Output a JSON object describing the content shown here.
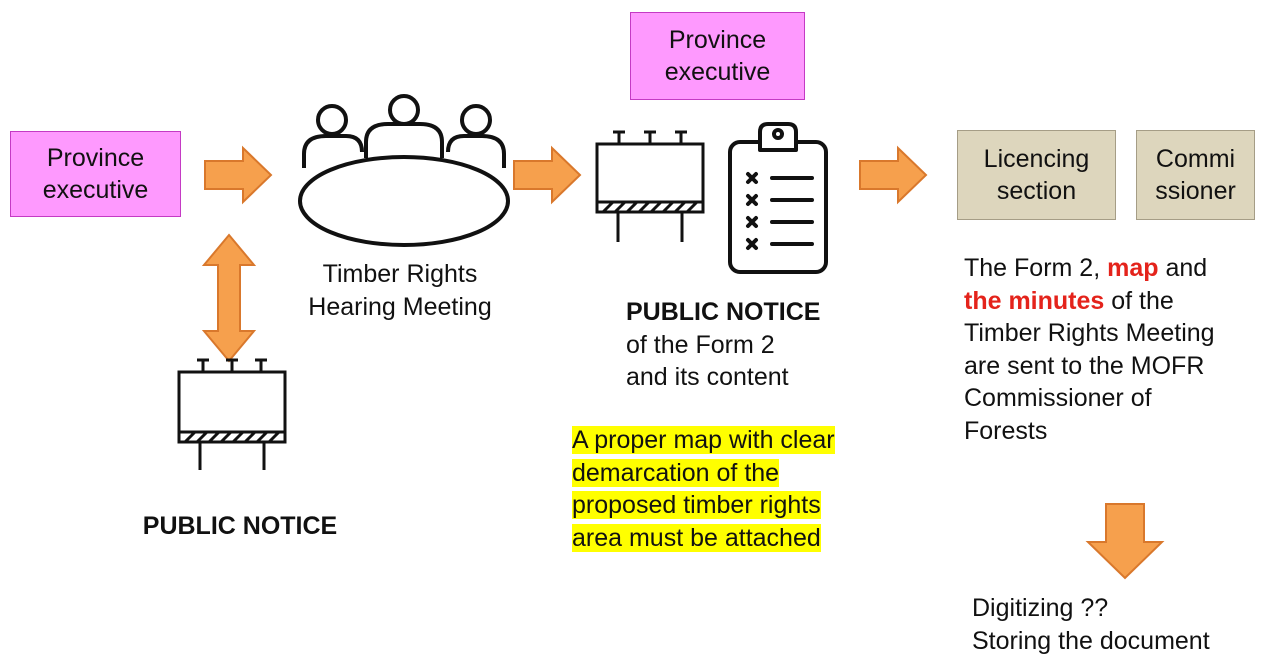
{
  "steps": {
    "province_exec_1": "Province executive",
    "hearing_caption_line1": "Timber Rights",
    "hearing_caption_line2": "Hearing Meeting",
    "public_notice_1": "PUBLIC NOTICE",
    "province_exec_2": "Province executive",
    "notice2_title": "PUBLIC NOTICE",
    "notice2_line1": "of the Form 2",
    "notice2_line2": "and its content",
    "map_note": [
      "A proper map with clear",
      "demarcation of the",
      "proposed timber rights",
      "area must be attached"
    ],
    "licencing_section": "Licencing section",
    "commissioner": "Commi ssioner",
    "sent_text": {
      "part1": "The Form 2, ",
      "map": "map",
      "part2": " and",
      "minutes": "the minutes",
      "part3": " of the",
      "line3": "Timber Rights Meeting",
      "line4": "are sent to the MOFR",
      "line5": "Commissioner of",
      "line6": "Forests"
    },
    "final_line1": "Digitizing ??",
    "final_line2": "Storing the document"
  },
  "colors": {
    "pink_fill": "#fe99fe",
    "tan_fill": "#ddd6bd",
    "arrow_fill": "#f6a04d",
    "arrow_stroke": "#d9782c",
    "highlight": "#ffff00",
    "emphasis": "#e4231b"
  },
  "icons": [
    "meeting-table-icon",
    "billboard-icon",
    "clipboard-checklist-icon"
  ]
}
